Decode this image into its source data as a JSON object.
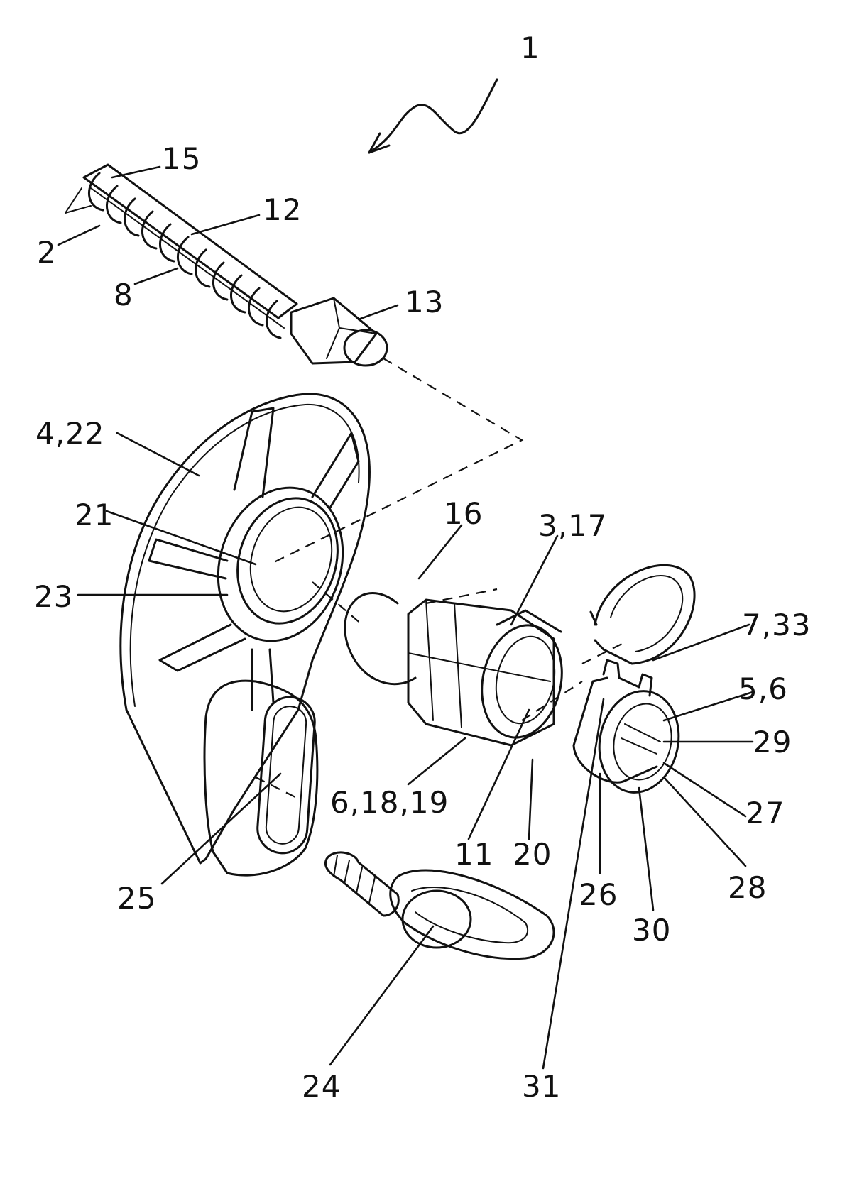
{
  "figure": {
    "ref": "1",
    "labels": {
      "l_15": "15",
      "l_12": "12",
      "l_2": "2",
      "l_8": "8",
      "l_13": "13",
      "l_4_22": "4,22",
      "l_21": "21",
      "l_23": "23",
      "l_16": "16",
      "l_3_17": "3,17",
      "l_7_33": "7,33",
      "l_5_6": "5,6",
      "l_29": "29",
      "l_27": "27",
      "l_6_18_19": "6,18,19",
      "l_11": "11",
      "l_20": "20",
      "l_26": "26",
      "l_28": "28",
      "l_30": "30",
      "l_25": "25",
      "l_31": "31",
      "l_24": "24"
    }
  }
}
